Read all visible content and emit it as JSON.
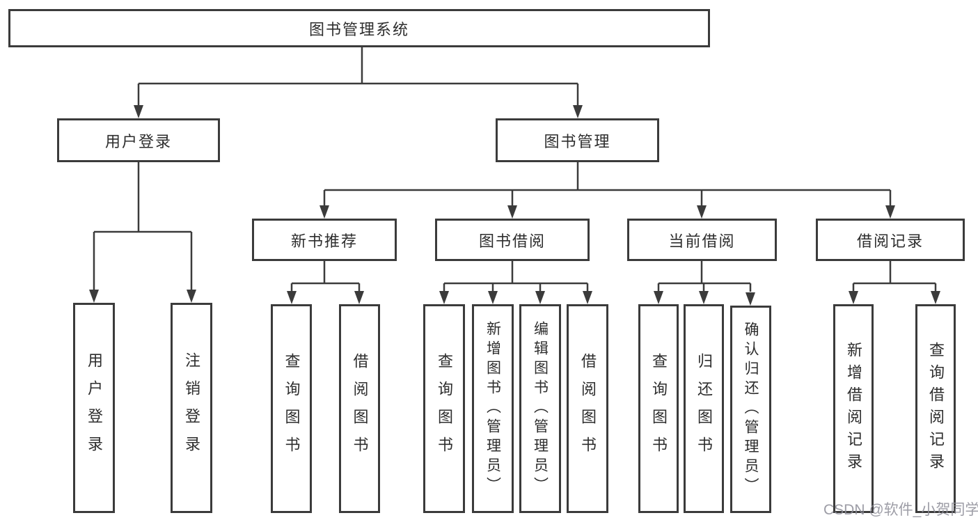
{
  "colors": {
    "line": "#3b3b3b",
    "border": "#3b3b3b",
    "text": "#2d2d2d",
    "watermark": "#8c8c96",
    "background": "#ffffff"
  },
  "watermark": {
    "text": "CSDN @软件_小贺同学"
  },
  "tree": {
    "label": "图书管理系统",
    "children": [
      {
        "label": "用户登录",
        "children": [
          {
            "label": "用户登录"
          },
          {
            "label": "注销登录"
          }
        ]
      },
      {
        "label": "图书管理",
        "children": [
          {
            "label": "新书推荐",
            "children": [
              {
                "label": "查询图书"
              },
              {
                "label": "借阅图书"
              }
            ]
          },
          {
            "label": "图书借阅",
            "children": [
              {
                "label": "查询图书"
              },
              {
                "label": "新增图书（管理员）"
              },
              {
                "label": "编辑图书（管理员）"
              },
              {
                "label": "借阅图书"
              }
            ]
          },
          {
            "label": "当前借阅",
            "children": [
              {
                "label": "查询图书"
              },
              {
                "label": "归还图书"
              },
              {
                "label": "确认归还（管理员）"
              }
            ]
          },
          {
            "label": "借阅记录",
            "children": [
              {
                "label": "新增借阅记录"
              },
              {
                "label": "查询借阅记录"
              }
            ]
          }
        ]
      }
    ]
  }
}
